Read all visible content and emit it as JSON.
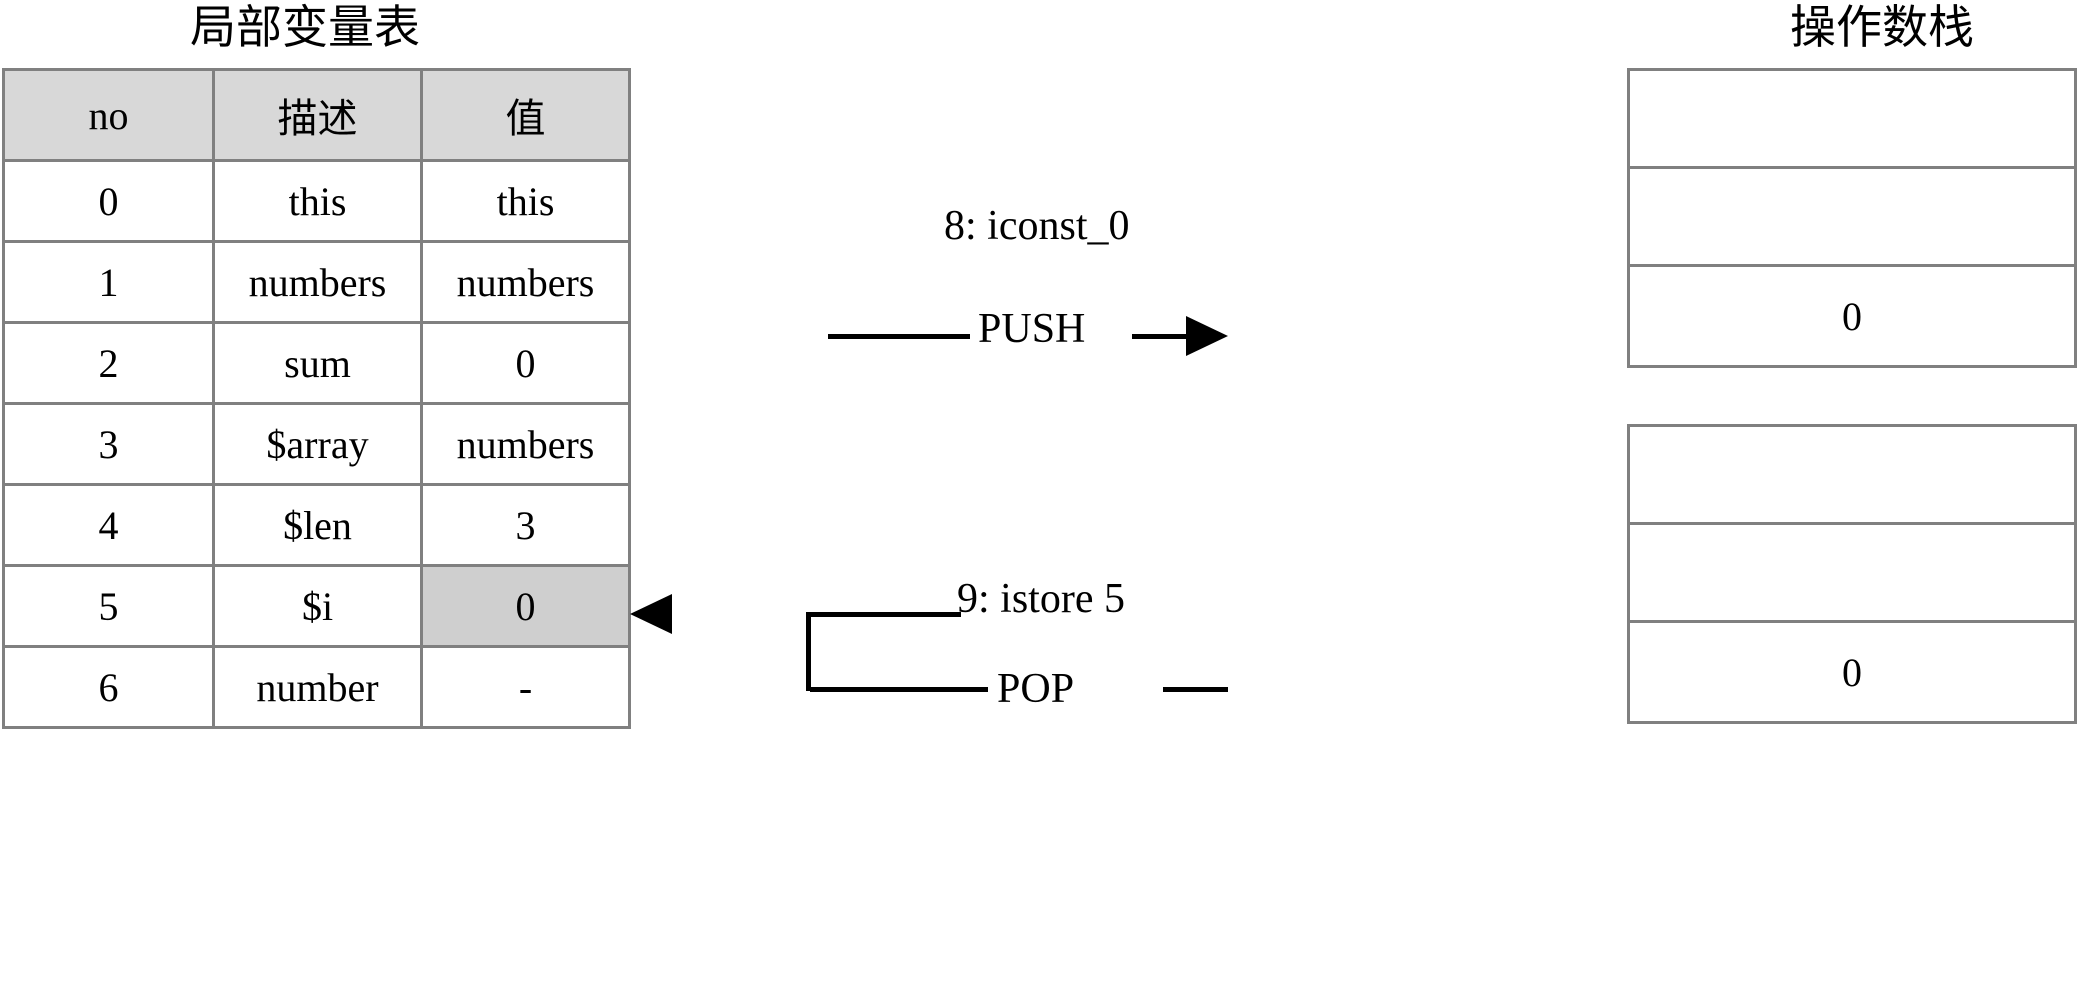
{
  "local_variable_table": {
    "title": "局部变量表",
    "columns": [
      "no",
      "描述",
      "值"
    ],
    "rows": [
      {
        "no": "0",
        "desc": "this",
        "value": "this",
        "highlight": false
      },
      {
        "no": "1",
        "desc": "numbers",
        "value": "numbers",
        "highlight": false
      },
      {
        "no": "2",
        "desc": "sum",
        "value": "0",
        "highlight": false
      },
      {
        "no": "3",
        "desc": "$array",
        "value": "numbers",
        "highlight": false
      },
      {
        "no": "4",
        "desc": "$len",
        "value": "3",
        "highlight": false
      },
      {
        "no": "5",
        "desc": "$i",
        "value": "0",
        "highlight": true
      },
      {
        "no": "6",
        "desc": "number",
        "value": "-",
        "highlight": false
      }
    ]
  },
  "operand_stack": {
    "title": "操作数栈",
    "stacks": [
      {
        "cells": [
          "",
          "",
          "0"
        ]
      },
      {
        "cells": [
          "",
          "",
          "0"
        ]
      }
    ]
  },
  "operations": [
    {
      "instruction": "8: iconst_0",
      "action": "PUSH",
      "direction": "right"
    },
    {
      "instruction": "9: istore 5",
      "action": "POP",
      "direction": "left"
    }
  ],
  "colors": {
    "border": "#808080",
    "header_fill": "#d8d8d8",
    "highlight_fill": "#cfcfcf",
    "line": "#000000",
    "background": "#ffffff"
  }
}
